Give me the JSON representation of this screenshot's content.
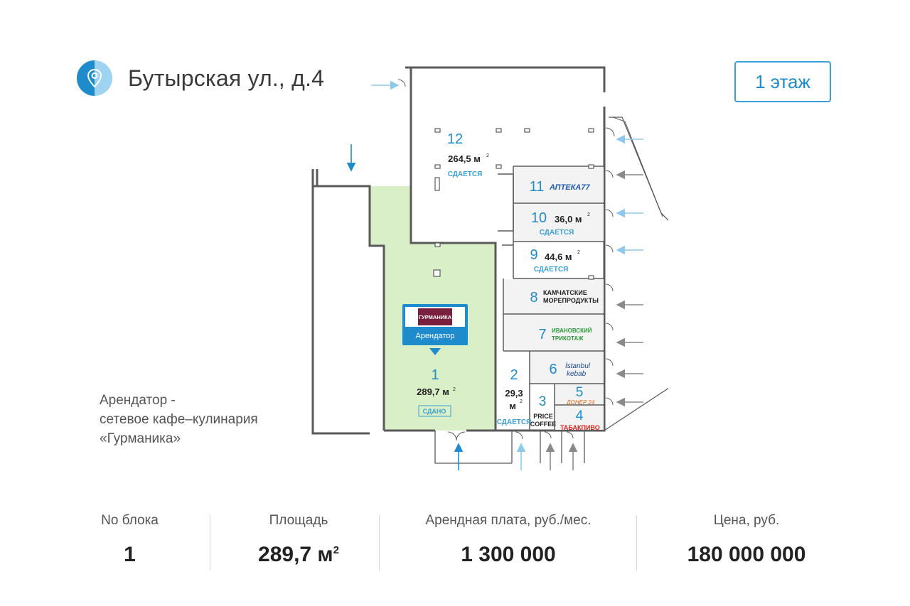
{
  "header": {
    "address": "Бутырская ул., д.4",
    "floor_button": "1 этаж",
    "location_icon": "location-pin-icon"
  },
  "tenant_note": {
    "line1": "Арендатор -",
    "line2": "сетевое кафе–кулинария",
    "line3": "«Гурманика»"
  },
  "plan": {
    "units": [
      {
        "num": "12",
        "area": "264,5 м",
        "status": "СДАЕТСЯ"
      },
      {
        "num": "11",
        "brand": "АПТЕКА77"
      },
      {
        "num": "10",
        "area": "36,0 м",
        "status": "СДАЕТСЯ"
      },
      {
        "num": "9",
        "area": "44,6 м",
        "status": "СДАЕТСЯ"
      },
      {
        "num": "8",
        "brand": "КАМЧАТСКИЕ МОРЕПРОДУКТЫ",
        "brand_line1": "КАМЧАТСКИЕ",
        "brand_line2": "МОРЕПРОДУКТЫ"
      },
      {
        "num": "7",
        "brand": "ИВАНОВСКИЙ ТРИКОТАЖ",
        "brand_line1": "ИВАНОВСКИЙ",
        "brand_line2": "ТРИКОТАЖ"
      },
      {
        "num": "6",
        "brand": "İstanbul kebab",
        "brand_line1": "İstanbul",
        "brand_line2": "kebab"
      },
      {
        "num": "5",
        "brand": "ДОНЕР 24"
      },
      {
        "num": "4",
        "brand": "ТАБАКПИВО"
      },
      {
        "num": "3",
        "brand": "PRICE COFFEE",
        "brand_line1": "PRICE",
        "brand_line2": "COFFEE"
      },
      {
        "num": "2",
        "area_line1": "29,3",
        "area_line2": "м",
        "status": "СДАЕТСЯ"
      },
      {
        "num": "1",
        "area": "289,7 м",
        "status": "СДАНО"
      }
    ],
    "tenant_card": {
      "logo_text": "ГУРМАНИКА",
      "label": "Арендатор"
    },
    "colors": {
      "accent": "#1e8ccc",
      "rented_fill": "#d9efc7",
      "wall": "#5a5a5a",
      "arrow_blue": "#8ec9ec",
      "arrow_grey": "#8a8a8a",
      "card_bg": "#1e8ccc",
      "logo_bg": "#7a1f3d"
    }
  },
  "stats": [
    {
      "label": "No блока",
      "value": "1"
    },
    {
      "label": "Площадь",
      "value": "289,7 м",
      "sup": "2"
    },
    {
      "label": "Арендная плата, руб./мес.",
      "value": "1 300 000"
    },
    {
      "label": "Цена, руб.",
      "value": "180 000 000"
    }
  ]
}
